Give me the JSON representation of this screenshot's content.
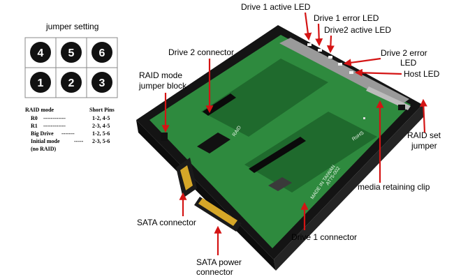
{
  "jumper": {
    "title": "jumper setting",
    "pins": [
      "4",
      "5",
      "6",
      "1",
      "2",
      "3"
    ]
  },
  "raid_table": {
    "header_mode": "RAID mode",
    "header_pins": "Short Pins",
    "rows": [
      {
        "mode": "R0",
        "dashes": "------------",
        "pins": "1-2, 4-5"
      },
      {
        "mode": "R1",
        "dashes": "------------",
        "pins": "2-3, 4-5"
      },
      {
        "mode": "Big Drive",
        "dashes": "-------",
        "pins": "1-2, 5-6"
      },
      {
        "mode": "Initial mode",
        "dashes": "-----",
        "pins": "2-3, 5-6"
      }
    ],
    "note": "(no RAID)"
  },
  "callouts": {
    "drive1_active_led": "Drive 1 active LED",
    "drive1_error_led": "Drive 1 error LED",
    "drive2_active_led": "Drive2 active LED",
    "drive2_connector": "Drive 2 connector",
    "drive2_error_led_line1": "Drive 2 error",
    "drive2_error_led_line2": "LED",
    "host_led": "Host LED",
    "raid_jumper_block_line1": "RAID mode",
    "raid_jumper_block_line2": "jumper block",
    "raid_set_jumper_line1": "RAID set",
    "raid_set_jumper_line2": "jumper",
    "media_clip": "media retaining clip",
    "sata_connector": "SATA connector",
    "drive1_connector": "Drive 1 connector",
    "sata_power_line1": "SATA power",
    "sata_power_line2": "connector"
  },
  "board": {
    "silk_model": "AT75-002",
    "silk_made": "MADE IN TAIWAN",
    "silk_rohs": "RoHS",
    "silk_raid": "RAID"
  },
  "colors": {
    "pcb": "#2e8a3e",
    "pcb_dark": "#1f6a2d",
    "case": "#1e1e1e",
    "arrow": "#d41414",
    "gold": "#d6a728"
  }
}
